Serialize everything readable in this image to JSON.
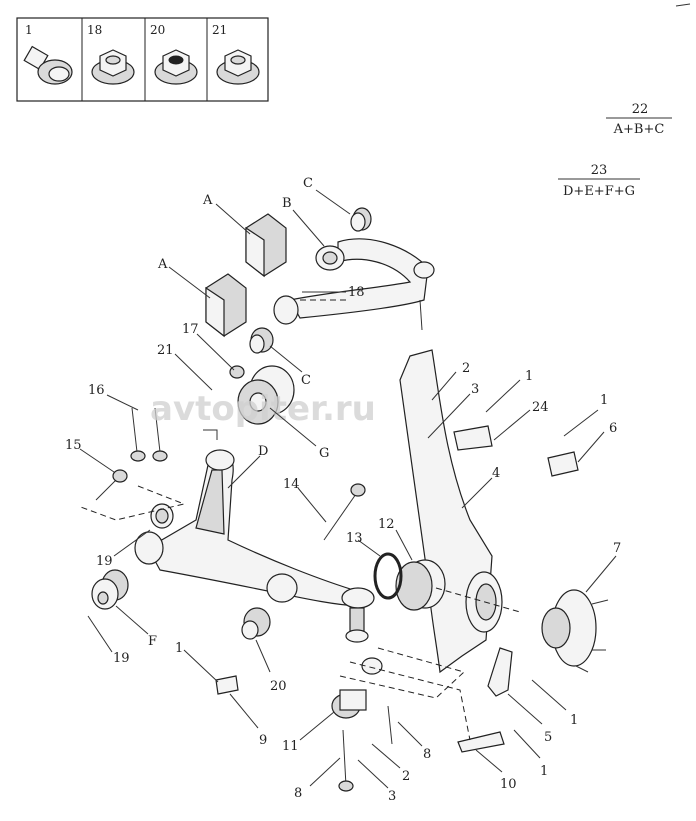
{
  "legend": {
    "cells": [
      {
        "num": "1"
      },
      {
        "num": "18"
      },
      {
        "num": "20"
      },
      {
        "num": "21"
      }
    ]
  },
  "formulas": [
    {
      "num": "22",
      "expr": "A+B+C"
    },
    {
      "num": "23",
      "expr": "D+E+F+G"
    }
  ],
  "watermark": "avtopiter.ru",
  "callouts": {
    "C_top": "C",
    "B": "B",
    "A_top": "A",
    "A_mid": "A",
    "18": "18",
    "17": "17",
    "C_mid": "C",
    "21": "21",
    "16": "16",
    "G": "G",
    "2_top": "2",
    "3_top": "3",
    "1_top": "1",
    "24": "24",
    "1_right": "1",
    "6": "6",
    "D": "D",
    "4": "4",
    "15": "15",
    "14": "14",
    "12": "12",
    "13": "13",
    "7": "7",
    "19_mid": "19",
    "F": "F",
    "19_bot": "19",
    "1_left": "1",
    "20": "20",
    "9": "9",
    "1_mid": "1",
    "5": "5",
    "11": "11",
    "8_right": "8",
    "2_bot": "2",
    "8_left": "8",
    "3_bot": "3",
    "10": "10",
    "1_bot": "1"
  }
}
